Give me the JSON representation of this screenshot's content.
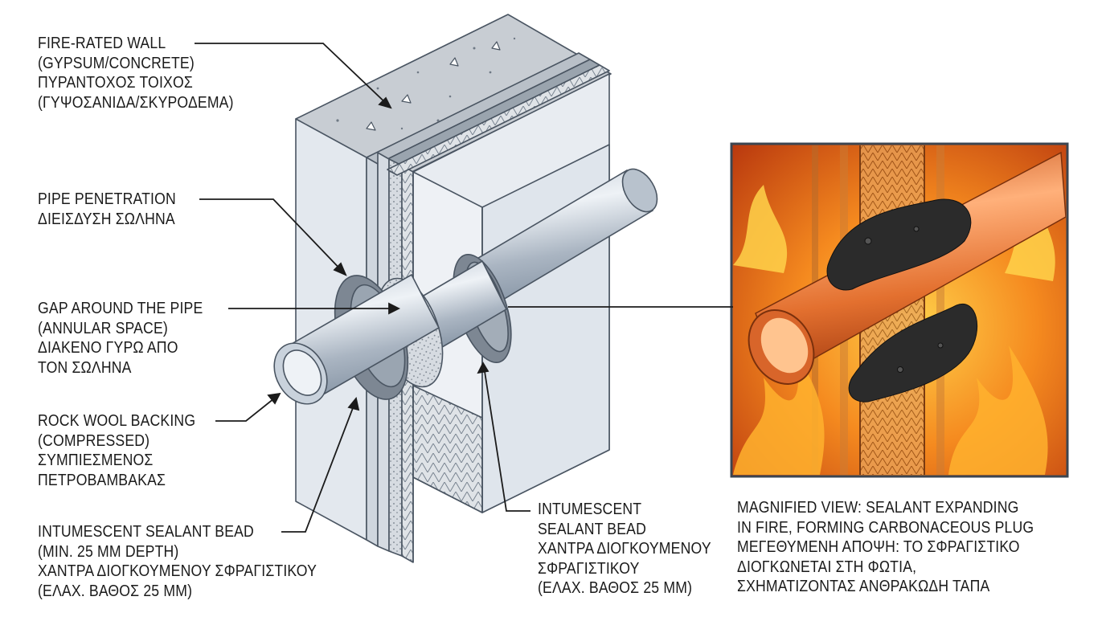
{
  "labels": {
    "fire_wall": [
      "FIRE-RATED WALL",
      "(GYPSUM/CONCRETE)",
      "ΠΥΡΑΝΤΟΧΟΣ ΤΟΙΧΟΣ",
      "(ΓΥΨΟΣΑΝΙΔΑ/ΣΚΥΡΟΔΕΜΑ)"
    ],
    "pipe_penetration": [
      "PIPE PENETRATION",
      "ΔΙΕΙΣΔΥΣΗ ΣΩΛΗΝΑ"
    ],
    "gap": [
      "GAP AROUND THE PIPE",
      "(ANNULAR SPACE)",
      "ΔΙΑΚΕΝΟ ΓΥΡΩ ΑΠΟ",
      "ΤΟΝ ΣΩΛΗΝΑ"
    ],
    "rock_wool": [
      "ROCK WOOL BACKING",
      "(COMPRESSED)",
      "ΣΥΜΠΙΕΣΜΕΝΟΣ",
      "ΠΕΤΡΟΒΑΜΒΑΚΑΣ"
    ],
    "sealant_left": [
      "INTUMESCENT SEALANT BEAD",
      "(MIN. 25 MM DEPTH)",
      "ΧΑΝΤΡΑ ΔΙΟΓΚΟΥΜΕΝΟΥ ΣΦΡΑΓΙΣΤΙΚΟΥ",
      "(ΕΛΑΧ. ΒΑΘΟΣ 25 ΜΜ)"
    ],
    "sealant_right": [
      "INTUMESCENT",
      "SEALANT BEAD",
      "ΧΑΝΤΡΑ ΔΙΟΓΚΟΥΜΕΝΟΥ",
      "ΣΦΡΑΓΙΣΤΙΚΟΥ",
      "(ΕΛΑΧ. ΒΑΘΟΣ 25 ΜΜ)"
    ],
    "magnified": [
      "MAGNIFIED VIEW: SEALANT EXPANDING",
      "IN FIRE, FORMING CARBONACEOUS PLUG",
      "ΜΕΓΕΘΥΜΕΝΗ ΑΠΟΨΗ: ΤΟ ΣΦΡΑΓΙΣΤΙΚΟ",
      "ΔΙΟΓΚΩΝΕΤΑΙ ΣΤΗ ΦΩΤΙΑ,",
      "ΣΧΗΜΑΤΙΖΟΝΤΑΣ ΑΝΘΡΑΚΩΔΗ ΤΑΠΑ"
    ]
  },
  "colors": {
    "wall_face": "#e6ebf1",
    "wall_side": "#c9d1db",
    "concrete_top": "#c7ccd2",
    "pipe_light": "#dde4ec",
    "pipe_dark": "#8e9aa8",
    "sealant": "#7d8793",
    "fire_orange": "#f0701a",
    "fire_yellow": "#ffd24a",
    "copper": "#e87a3c",
    "char": "#2b2b2b",
    "ink": "#1b1b1b"
  }
}
